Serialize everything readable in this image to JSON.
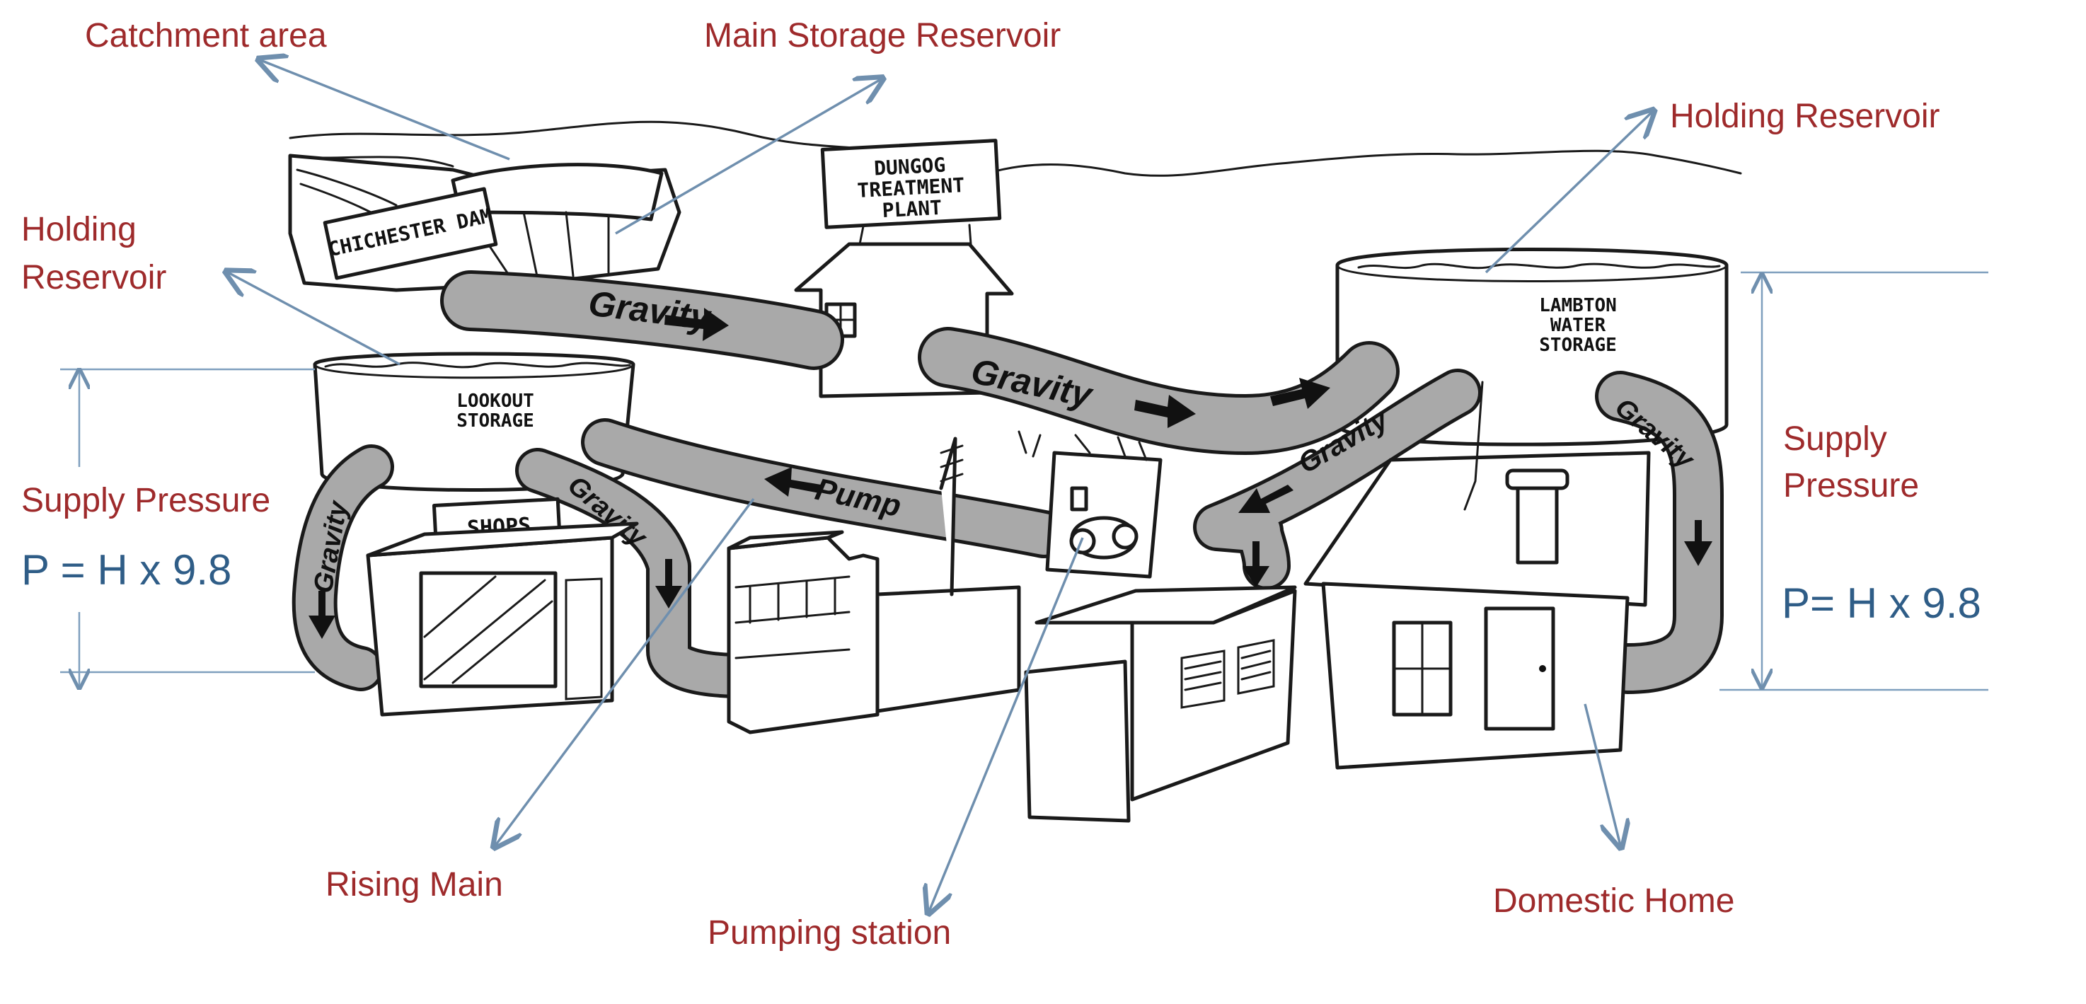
{
  "labels": {
    "catchment_area": "Catchment area",
    "main_storage_reservoir": "Main Storage Reservoir",
    "holding_reservoir_right": "Holding Reservoir",
    "holding_reservoir_left_line1": "Holding",
    "holding_reservoir_left_line2": "Reservoir",
    "supply_pressure_left": "Supply Pressure",
    "supply_pressure_right_line1": "Supply",
    "supply_pressure_right_line2": "Pressure",
    "rising_main": "Rising Main",
    "pumping_station": "Pumping station",
    "domestic_home": "Domestic Home"
  },
  "formulas": {
    "left": "P = H x 9.8",
    "right": "P= H x 9.8"
  },
  "sketch_text": {
    "dam_sign": "CHICHESTER DAM",
    "plant_sign_line1": "DUNGOG",
    "plant_sign_line2": "TREATMENT",
    "plant_sign_line3": "PLANT",
    "lookout_line1": "LOOKOUT",
    "lookout_line2": "STORAGE",
    "lambton_line1": "LAMBTON",
    "lambton_line2": "WATER",
    "lambton_line3": "STORAGE",
    "shops_sign": "SHOPS",
    "pipe_gravity": "Gravity",
    "pipe_pump": "Pump"
  },
  "colors": {
    "label_red": "#9e2a2b",
    "formula_blue": "#2f5d87",
    "callout_line": "#6f8fae"
  }
}
